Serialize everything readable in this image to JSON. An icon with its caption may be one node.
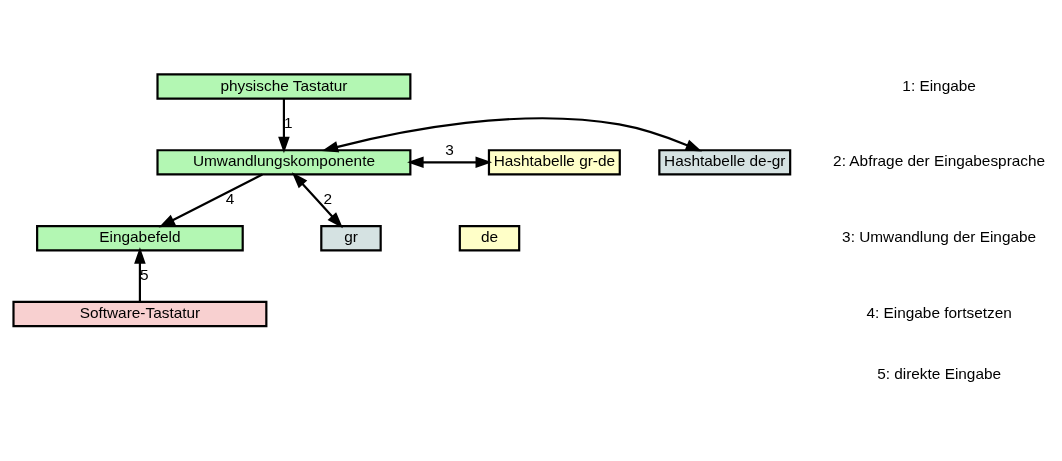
{
  "diagram": {
    "nodes": [
      {
        "text": [
          "physische Tastatur"
        ]
      },
      {
        "text": [
          "Umwandlungskomponente"
        ]
      },
      {
        "text": [
          "Hashtabelle de-gr"
        ]
      },
      {
        "text": [
          "Hashtabelle gr-de"
        ]
      },
      {
        "text": [
          "Eingabefeld"
        ]
      },
      {
        "text": [
          "gr"
        ]
      },
      {
        "text": [
          "de"
        ]
      },
      {
        "text": [
          "Software-Tastatur"
        ]
      }
    ],
    "edges": [
      {
        "from": 0,
        "to": 1,
        "arrow": "to",
        "label": "1"
      },
      {
        "from": 1,
        "to": 2,
        "arrow": "both"
      },
      {
        "from": 1,
        "to": 3,
        "arrow": "both",
        "label": "3"
      },
      {
        "from": 1,
        "to": 4,
        "arrow": "to",
        "label": "4"
      },
      {
        "from": 1,
        "to": 5,
        "arrow": "both",
        "label": "2"
      },
      {
        "from": 7,
        "to": 4,
        "arrow": "to",
        "label": "5"
      }
    ],
    "labels": [
      "1: Eingabe",
      "2: Abfrage der Eingabesprache",
      "3: Umwandlung der Eingabe",
      "4: Eingabe fortsetzen",
      "5: direkte Eingabe"
    ]
  }
}
